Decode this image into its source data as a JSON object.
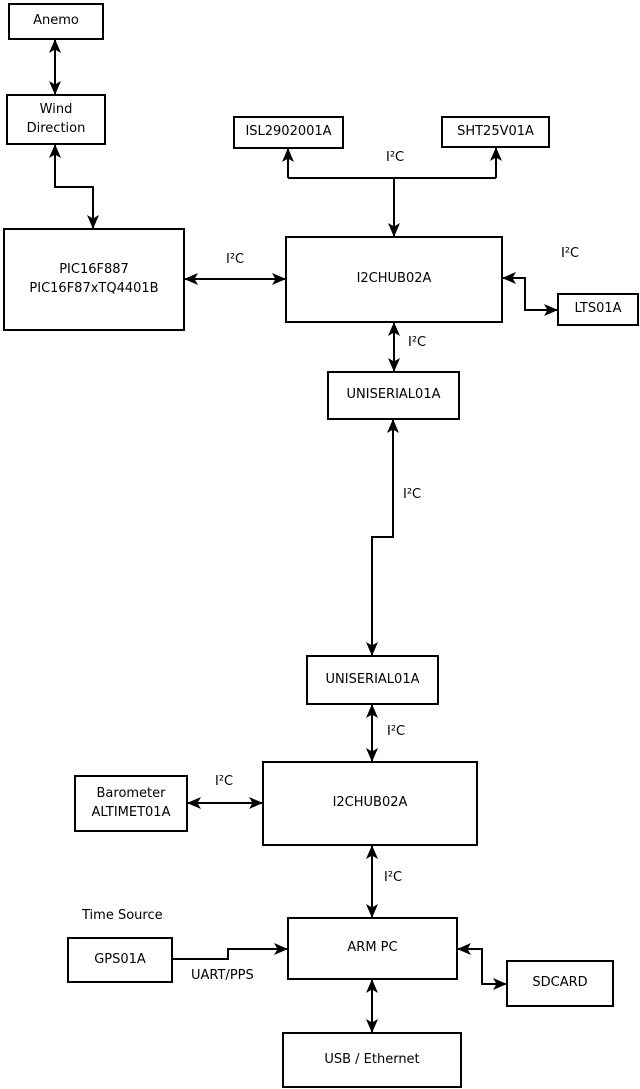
{
  "diagram": {
    "colors": {
      "line": "#000000",
      "box_border": "#000000",
      "box_fill": "#ffffff",
      "background": "#ffffff",
      "text": "#000000"
    },
    "nodes": {
      "anemo": {
        "label": "Anemo"
      },
      "wind_direction": {
        "label": "Wind\nDirection"
      },
      "pic": {
        "label": "PIC16F887\nPIC16F87xTQ4401B"
      },
      "isl": {
        "label": "ISL2902001A"
      },
      "sht": {
        "label": "SHT25V01A"
      },
      "i2chub_top": {
        "label": "I2CHUB02A"
      },
      "lts": {
        "label": "LTS01A"
      },
      "uniserial_top": {
        "label": "UNISERIAL01A"
      },
      "uniserial_bottom": {
        "label": "UNISERIAL01A"
      },
      "i2chub_bottom": {
        "label": "I2CHUB02A"
      },
      "barometer": {
        "label": "Barometer\nALTIMET01A"
      },
      "gps": {
        "label": "GPS01A"
      },
      "arm_pc": {
        "label": "ARM PC"
      },
      "sdcard": {
        "label": "SDCARD"
      },
      "usb_ethernet": {
        "label": "USB / Ethernet"
      }
    },
    "edge_labels": {
      "i2c": "I²C",
      "uart_pps": "UART/PPS",
      "time_source": "Time Source"
    }
  }
}
